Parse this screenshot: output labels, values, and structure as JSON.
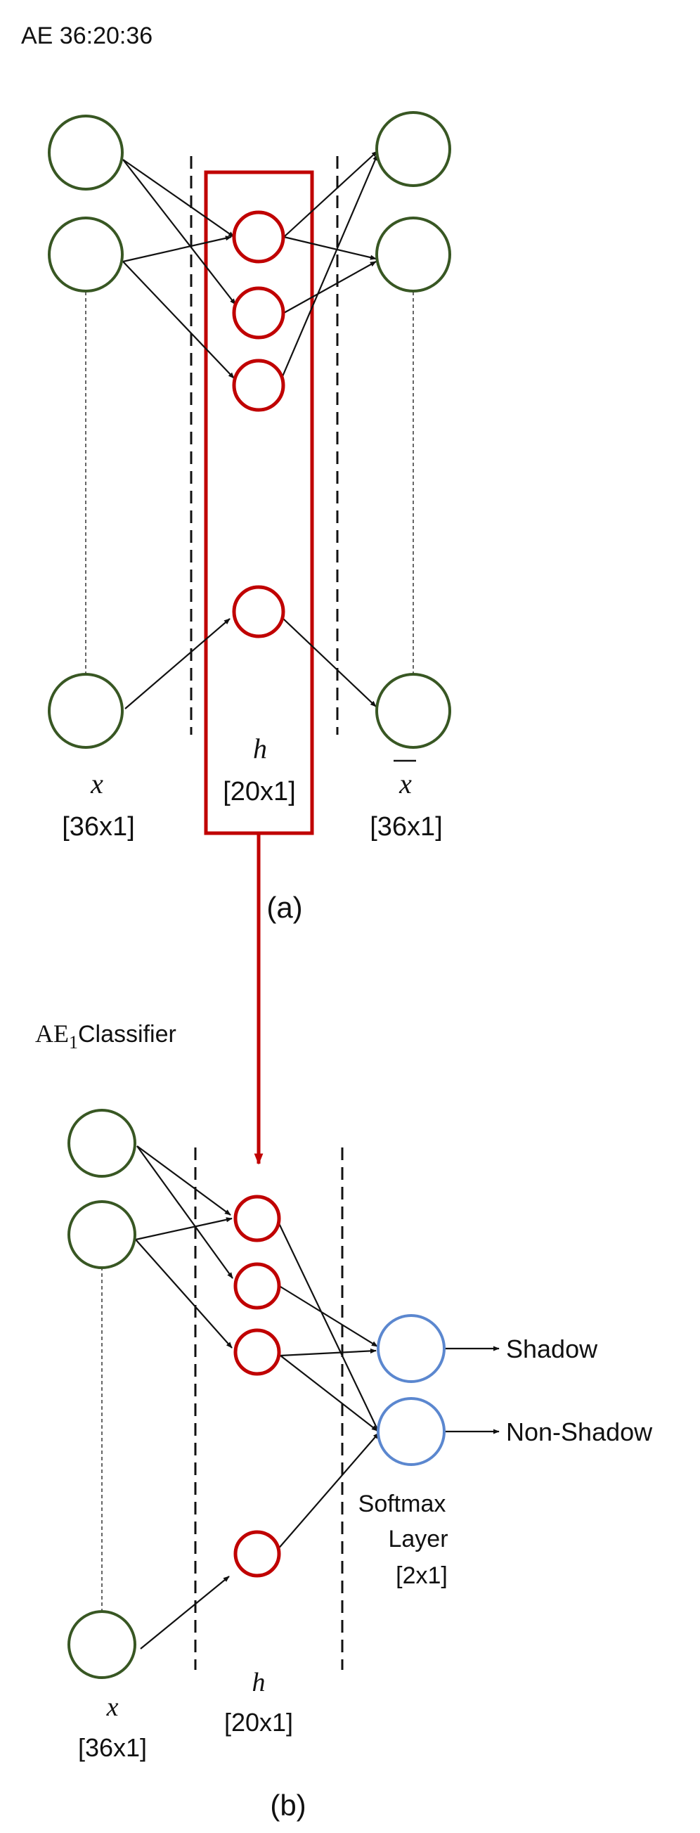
{
  "colors": {
    "input_node": "#385723",
    "hidden_node": "#c00000",
    "output_node_b": "#5b87cf",
    "edge": "#111111",
    "transfer_arrow": "#c00000"
  },
  "panel_a": {
    "title": "AE 36:20:36",
    "input_symbol": "x",
    "input_dim": "[36x1]",
    "hidden_symbol": "h",
    "hidden_dim": "[20x1]",
    "output_symbol": "x",
    "output_dim": "[36x1]",
    "caption": "(a)"
  },
  "panel_b": {
    "title_prefix": "AE",
    "title_subscript": "1",
    "title_suffix": "Classifier",
    "input_symbol": "x",
    "input_dim": "[36x1]",
    "hidden_symbol": "h",
    "hidden_dim": "[20x1]",
    "output_layer_line1": "Softmax",
    "output_layer_line2": "Layer",
    "output_dim": "[2x1]",
    "outputs": [
      "Shadow",
      "Non-Shadow"
    ],
    "caption": "(b)"
  }
}
